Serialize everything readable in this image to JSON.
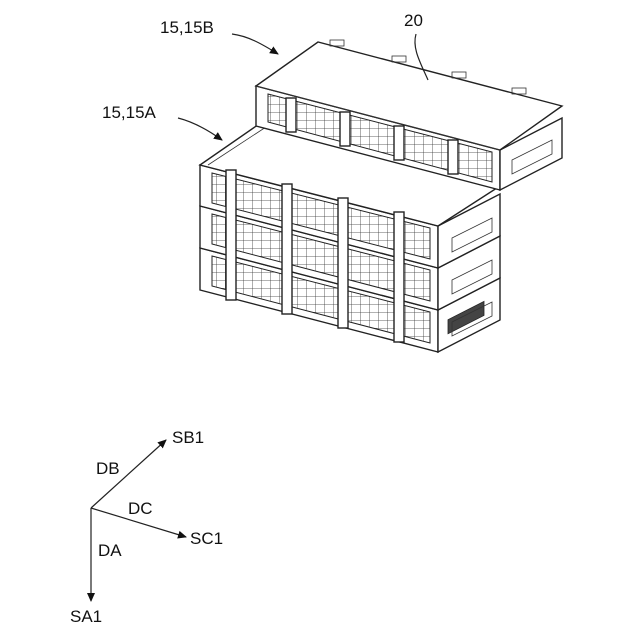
{
  "labels": {
    "upper_module": "15,15B",
    "lower_module": "15,15A",
    "cover": "20"
  },
  "axes": {
    "db": "DB",
    "sb1": "SB1",
    "dc": "DC",
    "sc1": "SC1",
    "da": "DA",
    "sa1": "SA1"
  }
}
